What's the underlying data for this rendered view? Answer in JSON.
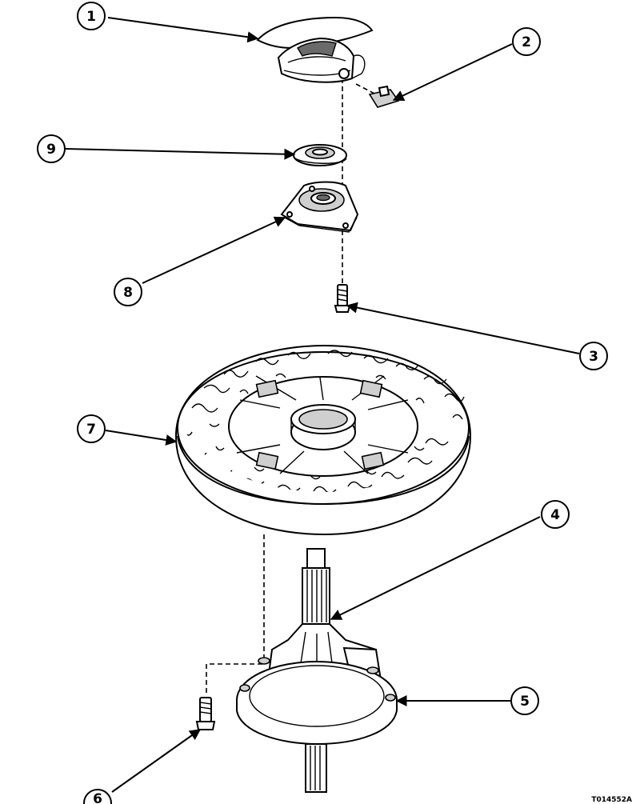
{
  "diagram": {
    "callouts": [
      "1",
      "2",
      "9",
      "8",
      "3",
      "7",
      "4",
      "5",
      "6"
    ],
    "drawing_code": "T014552A"
  }
}
